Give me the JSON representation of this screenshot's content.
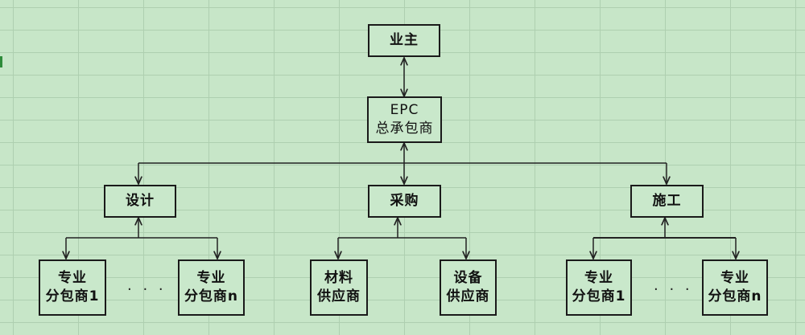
{
  "nodes": {
    "owner": {
      "lines": [
        "业主"
      ]
    },
    "epc": {
      "lines": [
        "EPC",
        "总承包商"
      ]
    },
    "design": {
      "lines": [
        "设计"
      ]
    },
    "procurement": {
      "lines": [
        "采购"
      ]
    },
    "construction": {
      "lines": [
        "施工"
      ]
    },
    "design_sub_1": {
      "lines": [
        "专业",
        "分包商1"
      ]
    },
    "design_sub_n": {
      "lines": [
        "专业",
        "分包商n"
      ]
    },
    "material_supplier": {
      "lines": [
        "材料",
        "供应商"
      ]
    },
    "equipment_supplier": {
      "lines": [
        "设备",
        "供应商"
      ]
    },
    "construction_sub_1": {
      "lines": [
        "专业",
        "分包商1"
      ]
    },
    "construction_sub_n": {
      "lines": [
        "专业",
        "分包商n"
      ]
    }
  },
  "ellipsis": {
    "design": "· · ·",
    "construction": "· · ·"
  },
  "colors": {
    "background": "#c7e6c8",
    "gridline": "#aecfb0",
    "box_border": "#1a1a1a",
    "line": "#222222"
  }
}
